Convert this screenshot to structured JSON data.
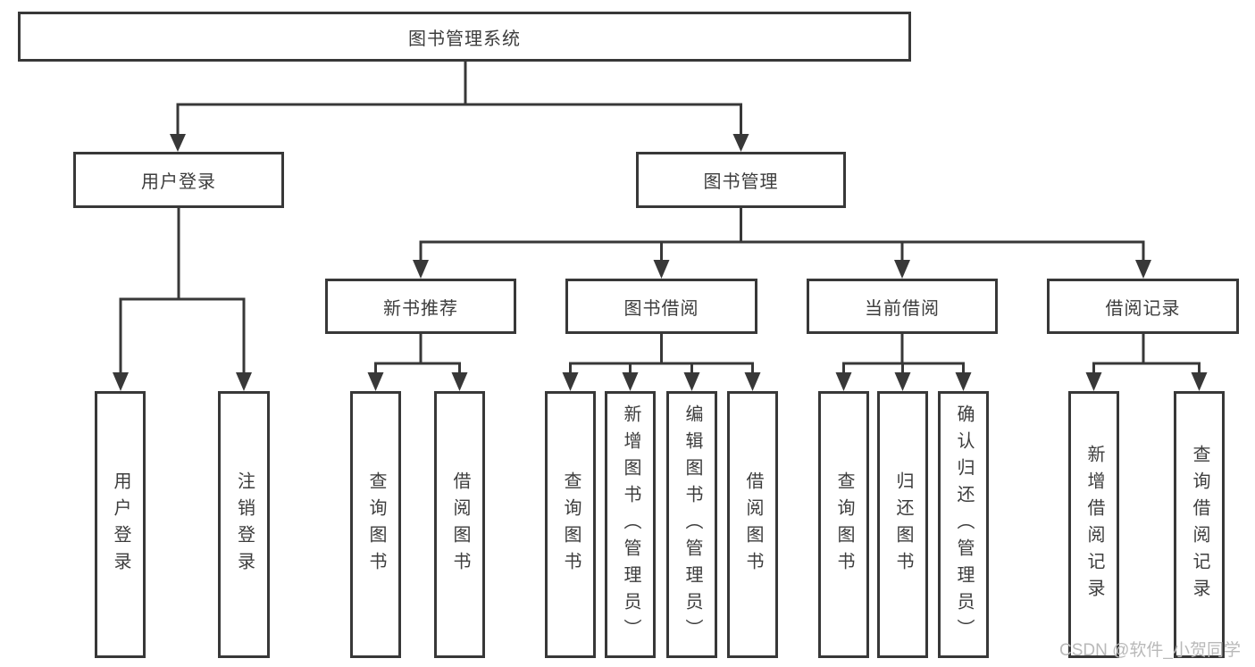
{
  "diagram": {
    "root": {
      "label": "图书管理系统"
    },
    "branches": [
      {
        "label": "用户登录",
        "children": [
          {
            "label": "用户登录"
          },
          {
            "label": "注销登录"
          }
        ]
      },
      {
        "label": "图书管理",
        "children": [
          {
            "label": "新书推荐",
            "children": [
              {
                "label": "查询图书"
              },
              {
                "label": "借阅图书"
              }
            ]
          },
          {
            "label": "图书借阅",
            "children": [
              {
                "label": "查询图书"
              },
              {
                "label": "新增图书（管理员）"
              },
              {
                "label": "编辑图书（管理员）"
              },
              {
                "label": "借阅图书"
              }
            ]
          },
          {
            "label": "当前借阅",
            "children": [
              {
                "label": "查询图书"
              },
              {
                "label": "归还图书"
              },
              {
                "label": "确认归还（管理员）"
              }
            ]
          },
          {
            "label": "借阅记录",
            "children": [
              {
                "label": "新增借阅记录"
              },
              {
                "label": "查询借阅记录"
              }
            ]
          }
        ]
      }
    ]
  },
  "watermark": {
    "text": "CSDN @软件_小贺同学"
  },
  "colors": {
    "line": "#383838",
    "text": "#3d3d3d",
    "background": "#ffffff",
    "watermark": "#b9b9b9"
  }
}
